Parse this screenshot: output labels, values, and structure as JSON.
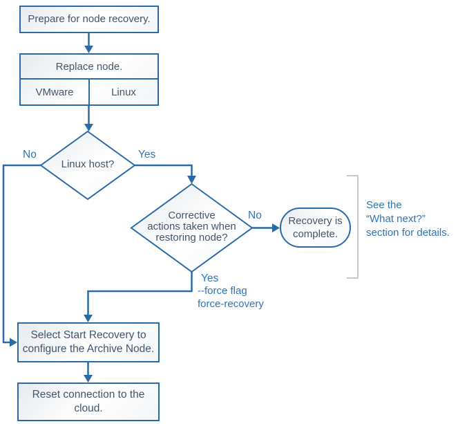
{
  "nodes": {
    "prepare": {
      "label": "Prepare for node recovery."
    },
    "replace": {
      "label": "Replace node.",
      "vmware": "VMware",
      "linux": "Linux"
    },
    "linux_host": {
      "label": "Linux host?"
    },
    "corrective": {
      "line1": "Corrective",
      "line2": "actions taken when",
      "line3": "restoring node?"
    },
    "recovery_complete": {
      "line1": "Recovery is",
      "line2": "complete."
    },
    "select_recovery": {
      "line1": "Select Start Recovery to",
      "line2": "configure the Archive Node."
    },
    "reset_connection": {
      "line1": "Reset connection to the",
      "line2": "cloud."
    }
  },
  "edge_labels": {
    "linux_host_no": "No",
    "linux_host_yes": "Yes",
    "corrective_no": "No",
    "corrective_yes": "Yes",
    "force_flag_line1": "--force flag",
    "force_flag_line2": "force-recovery"
  },
  "annotations": {
    "see_note_line1": "See the",
    "see_note_line2": "“What next?”",
    "see_note_line3": "section for details."
  },
  "colors": {
    "line": "#2a6ba6",
    "node_text": "#44546a",
    "edge_label": "#2e75b6",
    "bracket": "#c9c9c9"
  }
}
